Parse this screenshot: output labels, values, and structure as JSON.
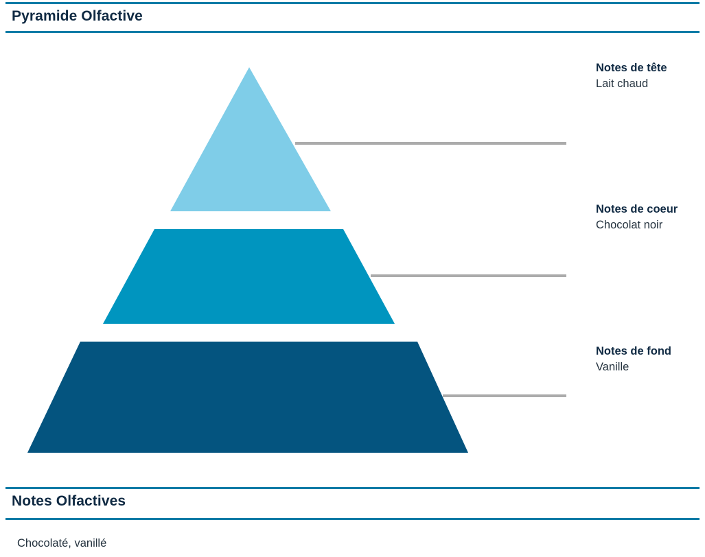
{
  "sections": {
    "pyramid": {
      "title": "Pyramide Olfactive"
    },
    "notes": {
      "title": "Notes Olfactives",
      "body": "Chocolaté, vanillé"
    }
  },
  "pyramid": {
    "tiers": [
      {
        "label": "Notes de tête",
        "value": "Lait chaud",
        "color": "#7fcde8"
      },
      {
        "label": "Notes de coeur",
        "value": "Chocolat noir",
        "color": "#0095bf"
      },
      {
        "label": "Notes de fond",
        "value": "Vanille",
        "color": "#04547f"
      }
    ],
    "leader_color": "#ababab"
  },
  "theme": {
    "rule": "#0c7ba6",
    "heading_text": "#102a43",
    "body_text": "#25333f",
    "background": "#ffffff"
  }
}
